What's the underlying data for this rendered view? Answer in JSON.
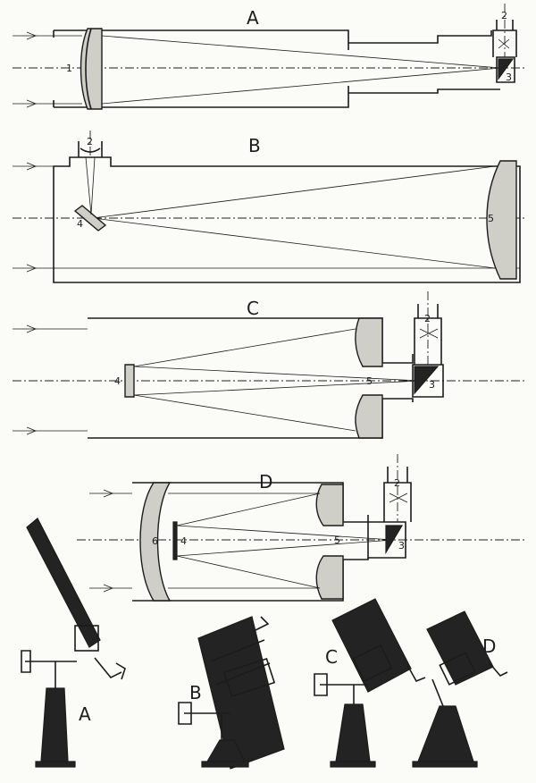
{
  "diagrams": [
    {
      "letter": "A",
      "parts": [
        "1",
        "2",
        "3"
      ]
    },
    {
      "letter": "B",
      "parts": [
        "2",
        "4",
        "5"
      ]
    },
    {
      "letter": "C",
      "parts": [
        "2",
        "3",
        "4",
        "5"
      ]
    },
    {
      "letter": "D",
      "parts": [
        "2",
        "3",
        "4",
        "5",
        "6"
      ]
    }
  ],
  "mounts": [
    {
      "letter": "A"
    },
    {
      "letter": "B"
    },
    {
      "letter": "C"
    },
    {
      "letter": "D"
    }
  ],
  "colors": {
    "ink": "#1c1c1c",
    "paper": "#fbfbf7",
    "glass": "#cfcfc7"
  }
}
